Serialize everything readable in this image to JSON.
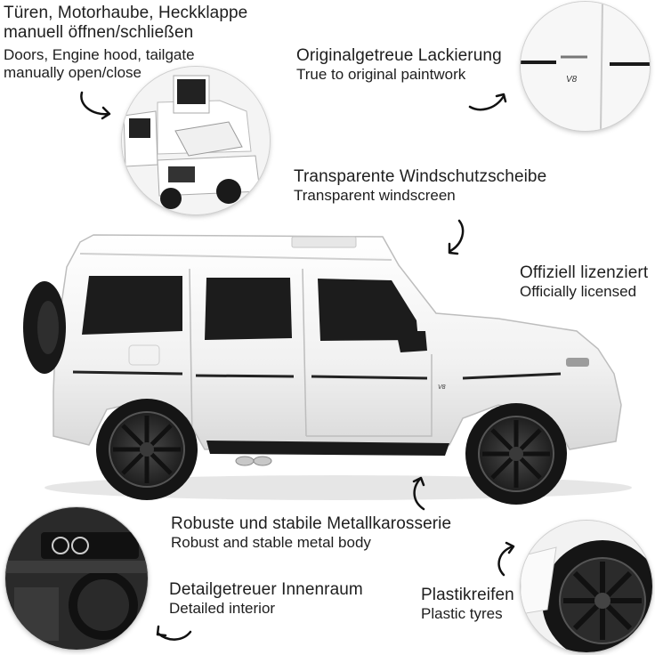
{
  "features": {
    "doors": {
      "de_line1": "Türen, Motorhaube, Heckklappe",
      "de_line2": "manuell öffnen/schließen",
      "en_line1": "Doors, Engine hood, tailgate",
      "en_line2": "manually open/close"
    },
    "paint": {
      "de": "Originalgetreue Lackierung",
      "en": "True to original paintwork"
    },
    "windscreen": {
      "de": "Transparente Windschutzscheibe",
      "en": "Transparent windscreen"
    },
    "licensed": {
      "de": "Offiziell lizenziert",
      "en": "Officially licensed"
    },
    "body": {
      "de": "Robuste und stabile Metallkarosserie",
      "en": "Robust and stable metal body"
    },
    "interior": {
      "de": "Detailgetreuer Innenraum",
      "en": "Detailed interior"
    },
    "tyres": {
      "de": "Plastikreifen",
      "en": "Plastic tyres"
    }
  },
  "badge_text": "V8",
  "colors": {
    "car_body": "#f2f2f2",
    "window": "#1c1c1c",
    "tyre": "#151515",
    "rim": "#2a2a2a",
    "text": "#1e1e1e"
  },
  "icons": [
    "curved-arrow-icon",
    "car-doors-open-photo",
    "paint-closeup-photo",
    "interior-photo",
    "wheel-closeup-photo",
    "car-side-photo"
  ]
}
